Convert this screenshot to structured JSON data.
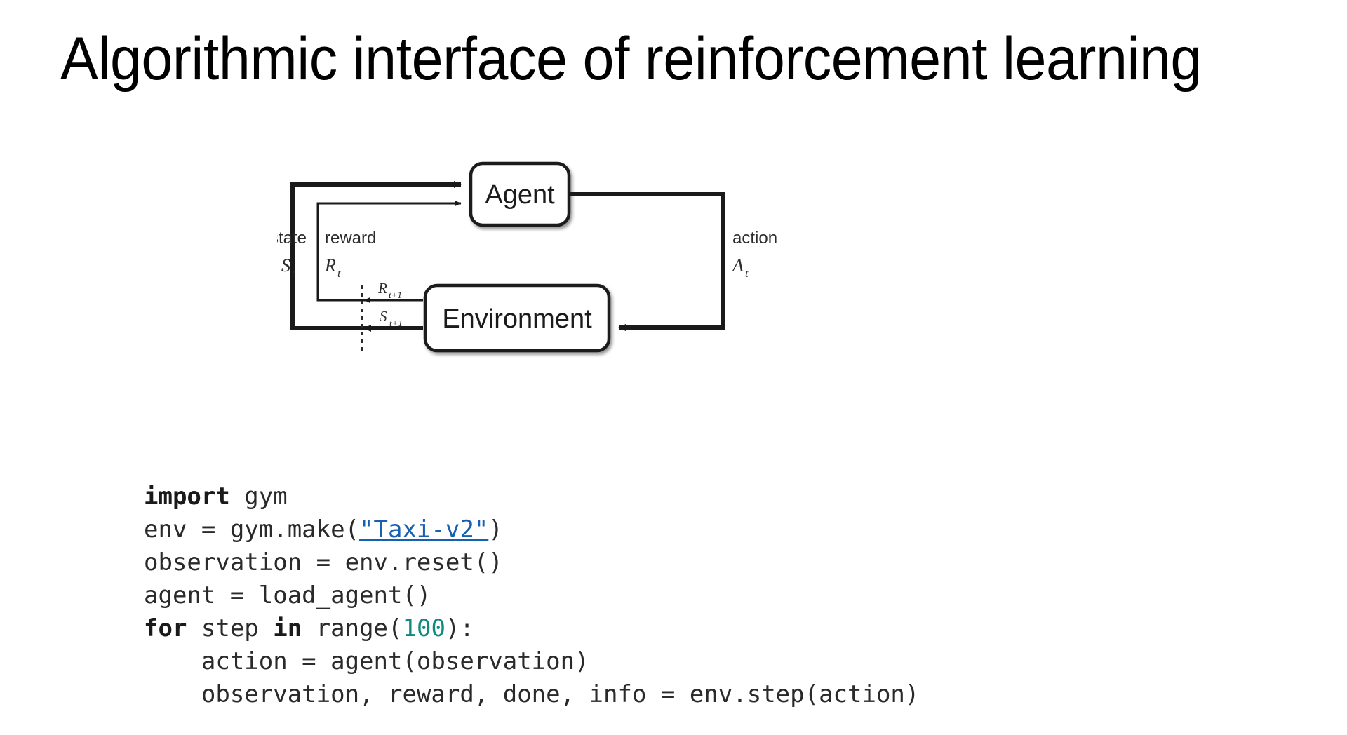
{
  "slide": {
    "title": "Algorithmic interface of reinforcement learning",
    "background_color": "#ffffff"
  },
  "diagram": {
    "name": "reinforcement-learning-loop",
    "boxes": [
      {
        "id": "agent",
        "label": "Agent"
      },
      {
        "id": "environment",
        "label": "Environment"
      }
    ],
    "labels": {
      "state_word": "state",
      "state_symbol": "S",
      "state_subscript": "t",
      "reward_word": "reward",
      "reward_symbol": "R",
      "reward_subscript": "t",
      "action_word": "action",
      "action_symbol": "A",
      "action_subscript": "t",
      "next_reward_symbol": "R",
      "next_reward_subscript": "t+1",
      "next_state_symbol": "S",
      "next_state_subscript": "t+1"
    },
    "stroke_color": "#1a1a1a"
  },
  "code": {
    "language": "python",
    "keyword_color": "#1a1a1a",
    "number_color": "#0d8a7d",
    "link_color": "#1560b0",
    "lines": [
      {
        "id": "line-1",
        "text": "import gym",
        "tokens": [
          {
            "t": "import",
            "k": "kw"
          },
          {
            "t": " gym",
            "k": "plain"
          }
        ]
      },
      {
        "id": "line-2",
        "text": "env = gym.make(\"Taxi-v2\")",
        "tokens": [
          {
            "t": "env = gym.make(",
            "k": "plain"
          },
          {
            "t": "\"Taxi-v2\"",
            "k": "link"
          },
          {
            "t": ")",
            "k": "plain"
          }
        ]
      },
      {
        "id": "line-3",
        "text": "observation = env.reset()",
        "tokens": [
          {
            "t": "observation = env.reset()",
            "k": "plain"
          }
        ]
      },
      {
        "id": "line-4",
        "text": "agent = load_agent()",
        "tokens": [
          {
            "t": "agent = load_agent()",
            "k": "plain"
          }
        ]
      },
      {
        "id": "line-5",
        "text": "for step in range(100):",
        "tokens": [
          {
            "t": "for",
            "k": "kw"
          },
          {
            "t": " step ",
            "k": "plain"
          },
          {
            "t": "in",
            "k": "kw"
          },
          {
            "t": " range(",
            "k": "plain"
          },
          {
            "t": "100",
            "k": "num"
          },
          {
            "t": "):",
            "k": "plain"
          }
        ]
      },
      {
        "id": "line-6",
        "text": "    action = agent(observation)",
        "tokens": [
          {
            "t": "    action = agent(observation)",
            "k": "plain"
          }
        ]
      },
      {
        "id": "line-7",
        "text": "    observation, reward, done, info = env.step(action)",
        "tokens": [
          {
            "t": "    observation, reward, done, info = env.step(action)",
            "k": "plain"
          }
        ]
      }
    ]
  }
}
